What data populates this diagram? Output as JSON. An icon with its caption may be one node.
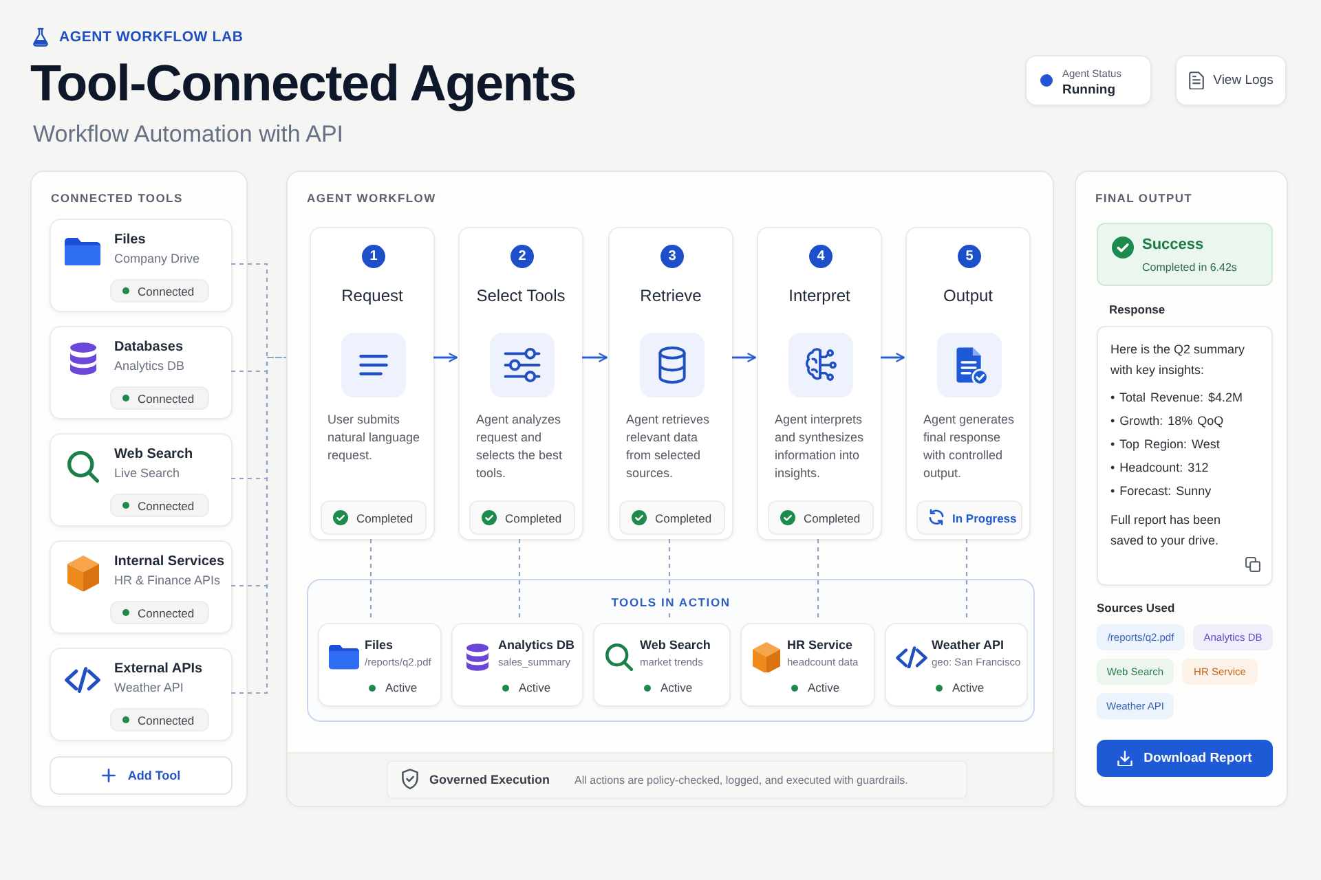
{
  "diagram": {
    "title": "Tool-Connected Agents",
    "nodes": [
      {
        "text": [
          "Agent Status",
          "Running"
        ]
      },
      {
        "text": [
          "View Logs"
        ]
      },
      {
        "text": [
          "CONNECTED TOOLS"
        ]
      },
      {
        "text": [
          "Files",
          "Company Drive",
          "Connected"
        ],
        "in": 2
      },
      {
        "text": [
          "Databases",
          "Analytics DB",
          "Connected"
        ],
        "in": 2
      },
      {
        "text": [
          "Web Search",
          "Live Search",
          "Connected"
        ],
        "in": 2
      },
      {
        "text": [
          "Internal Services",
          "HR & Finance APIs",
          "Connected"
        ],
        "in": 2
      },
      {
        "text": [
          "External APIs",
          "Weather API",
          "Connected"
        ],
        "in": 2
      },
      {
        "text": [
          "Add Tool"
        ],
        "in": 2
      },
      {
        "text": [
          "AGENT WORKFLOW"
        ]
      },
      {
        "text": [
          "1",
          "Request",
          "User submits natural language request.",
          "Completed"
        ],
        "in": 9
      },
      {
        "text": [
          "2",
          "Select Tools",
          "Agent analyzes request and selects the best tools.",
          "Completed"
        ],
        "in": 9
      },
      {
        "text": [
          "3",
          "Retrieve",
          "Agent retrieves relevant data from selected sources.",
          "Completed"
        ],
        "in": 9
      },
      {
        "text": [
          "4",
          "Interpret",
          "Agent interprets and synthesizes information into insights.",
          "Completed"
        ],
        "in": 9
      },
      {
        "text": [
          "5",
          "Output",
          "Agent generates final response with controlled output.",
          "In Progress"
        ],
        "in": 9
      },
      {
        "text": [
          "TOOLS IN ACTION"
        ],
        "in": 9
      },
      {
        "text": [
          "Files",
          "/reports/q2.pdf",
          "Active"
        ],
        "in": 15
      },
      {
        "text": [
          "Analytics DB",
          "sales_summary",
          "Active"
        ],
        "in": 15
      },
      {
        "text": [
          "Web Search",
          "market trends",
          "Active"
        ],
        "in": 15
      },
      {
        "text": [
          "HR Service",
          "headcount data",
          "Active"
        ],
        "in": 15
      },
      {
        "text": [
          "Weather API",
          "geo: San Francisco",
          "Active"
        ],
        "in": 15
      },
      {
        "text": [
          "Governed Execution",
          "All actions are policy-checked, logged, and executed with guardrails."
        ],
        "in": 9
      },
      {
        "text": [
          "FINAL OUTPUT"
        ]
      },
      {
        "text": [
          "Success",
          "Completed in 6.42s"
        ],
        "in": 22
      },
      {
        "text": [
          "Here is the Q2 summary with key insights:",
          "• Total Revenue: $4.2M",
          "• Growth: 18% QoQ",
          "• Top Region: West",
          "• Headcount: 312",
          "• Forecast: Sunny",
          "Full report has been saved to your drive."
        ],
        "in": 22
      },
      {
        "text": [
          "/reports/q2.pdf"
        ],
        "in": 22
      },
      {
        "text": [
          "Analytics DB"
        ],
        "in": 22
      },
      {
        "text": [
          "Web Search"
        ],
        "in": 22
      },
      {
        "text": [
          "HR Service"
        ],
        "in": 22
      },
      {
        "text": [
          "Weather API"
        ],
        "in": 22
      },
      {
        "text": [
          "Download Report"
        ],
        "in": 22
      }
    ],
    "edges": [
      {
        "from": 3,
        "to": 9,
        "arrow": "none",
        "style": "dashed"
      },
      {
        "from": 4,
        "to": 9,
        "arrow": "none",
        "style": "dashed"
      },
      {
        "from": 5,
        "to": 9,
        "arrow": "none",
        "style": "dashed"
      },
      {
        "from": 6,
        "to": 9,
        "arrow": "none",
        "style": "dashed"
      },
      {
        "from": 7,
        "to": 9,
        "arrow": "none",
        "style": "dashed"
      },
      {
        "from": 10,
        "to": 11,
        "arrow": "to",
        "color": "#2b5fd0"
      },
      {
        "from": 11,
        "to": 12,
        "arrow": "to",
        "color": "#2b5fd0"
      },
      {
        "from": 12,
        "to": 13,
        "arrow": "to",
        "color": "#2b5fd0"
      },
      {
        "from": 13,
        "to": 14,
        "arrow": "to",
        "color": "#2b5fd0"
      },
      {
        "from": 10,
        "to": 16,
        "arrow": "none",
        "style": "dashed"
      },
      {
        "from": 11,
        "to": 17,
        "arrow": "none",
        "style": "dashed"
      },
      {
        "from": 12,
        "to": 18,
        "arrow": "none",
        "style": "dashed"
      },
      {
        "from": 13,
        "to": 19,
        "arrow": "none",
        "style": "dashed"
      },
      {
        "from": 14,
        "to": 20,
        "arrow": "none",
        "style": "dashed"
      }
    ],
    "labels": [
      "AGENT WORKFLOW LAB",
      "Workflow Automation with API",
      "Response",
      "Sources Used"
    ]
  }
}
